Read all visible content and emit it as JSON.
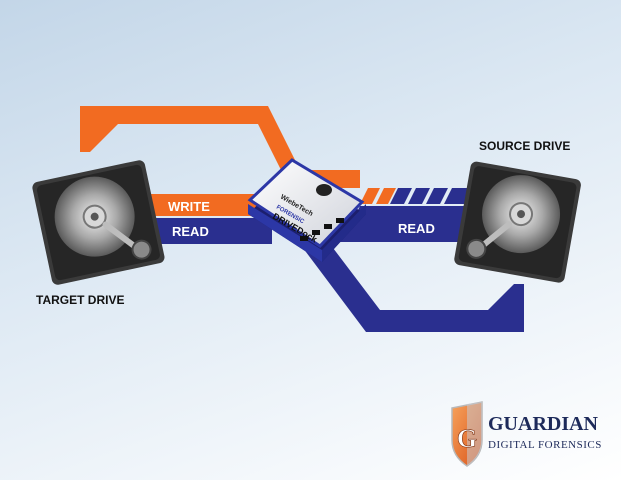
{
  "labels": {
    "source_drive": "SOURCE DRIVE",
    "target_drive": "TARGET DRIVE",
    "write": "WRITE",
    "read_left": "READ",
    "read_right": "READ"
  },
  "device": {
    "brand": "WiebeTech",
    "model": "DRIVEDock",
    "subtitle": "FORENSIC"
  },
  "logo": {
    "name": "GUARDIAN",
    "tagline": "DIGITAL FORENSICS"
  },
  "colors": {
    "orange": "#f26b21",
    "blue": "#2a2f8f",
    "dark_blue": "#1c1f6e",
    "device_blue": "#2c37a6"
  }
}
